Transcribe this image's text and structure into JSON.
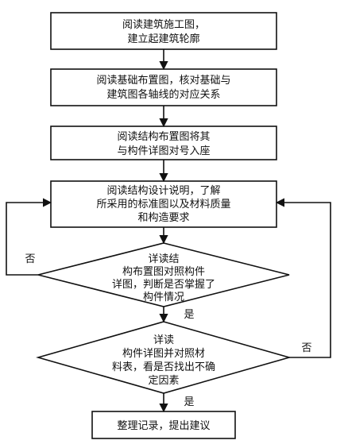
{
  "flowchart": {
    "nodes": [
      {
        "id": "n1",
        "shape": "rect",
        "lines": [
          "阅读建筑施工图，",
          "建立起建筑轮廓"
        ]
      },
      {
        "id": "n2",
        "shape": "rect",
        "lines": [
          "阅读基础布置图，核对基础与",
          "建筑图各轴线的对应关系"
        ]
      },
      {
        "id": "n3",
        "shape": "rect",
        "lines": [
          "阅读结构布置图将其",
          "与构件详图对号入座"
        ]
      },
      {
        "id": "n4",
        "shape": "rect",
        "lines": [
          "阅读结构设计说明，了解",
          "所采用的标准图以及材料质量",
          "和构造要求"
        ]
      },
      {
        "id": "n5",
        "shape": "diamond",
        "lines": [
          "详读结",
          "构布置图对照构件",
          "详图，判断是否掌握了",
          "构件情况"
        ]
      },
      {
        "id": "n6",
        "shape": "diamond",
        "lines": [
          "详读",
          "构件详图并对照材",
          "料表，看是否找出不确",
          "定因素"
        ]
      },
      {
        "id": "n7",
        "shape": "rect",
        "lines": [
          "整理记录，提出建议"
        ]
      }
    ],
    "edge_labels": {
      "d1_no": "否",
      "d1_yes": "是",
      "d2_no": "否",
      "d2_yes": "是"
    }
  }
}
